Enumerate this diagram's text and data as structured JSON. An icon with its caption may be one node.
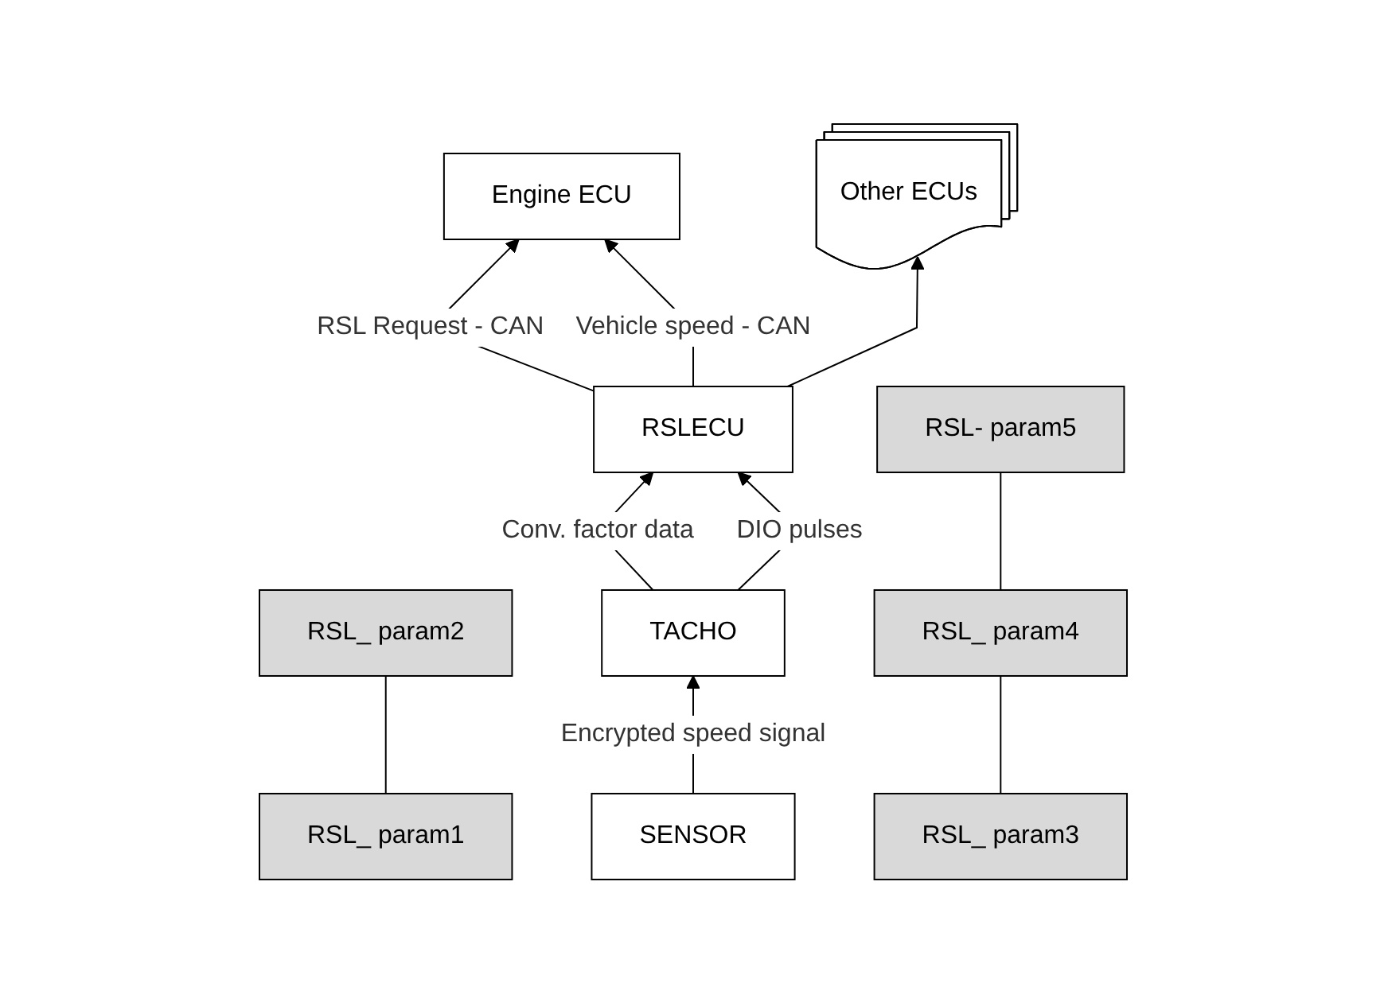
{
  "diagram": {
    "nodes": [
      {
        "text": [
          "Engine ECU"
        ]
      },
      {
        "text": [
          "RSL_ param1"
        ]
      },
      {
        "text": [
          "RSL_ param2"
        ]
      },
      {
        "text": [
          "Other ECUs"
        ]
      },
      {
        "text": [
          "TACHO"
        ]
      },
      {
        "text": [
          "RSLECU"
        ]
      },
      {
        "text": [
          "RSL_ param3"
        ]
      },
      {
        "text": [
          "RSL_ param4"
        ]
      },
      {
        "text": [
          "RSL- param5"
        ]
      },
      {
        "text": [
          "SENSOR"
        ]
      }
    ],
    "edges": [
      {
        "from": 1,
        "to": 2,
        "arrow": "none"
      },
      {
        "from": 5,
        "to": 0,
        "arrow": "to",
        "label": "RSL Request - CAN"
      },
      {
        "from": 5,
        "to": 0,
        "arrow": "to",
        "label": "Vehicle speed - CAN"
      },
      {
        "from": 5,
        "to": 3,
        "arrow": "to"
      },
      {
        "from": 4,
        "to": 5,
        "arrow": "to",
        "label": "Conv. factor data"
      },
      {
        "from": 4,
        "to": 5,
        "arrow": "to",
        "label": "DIO pulses"
      },
      {
        "from": 6,
        "to": 7,
        "arrow": "none"
      },
      {
        "from": 7,
        "to": 8,
        "arrow": "none"
      },
      {
        "from": 9,
        "to": 4,
        "arrow": "to",
        "label": "Encrypted speed signal"
      }
    ]
  }
}
